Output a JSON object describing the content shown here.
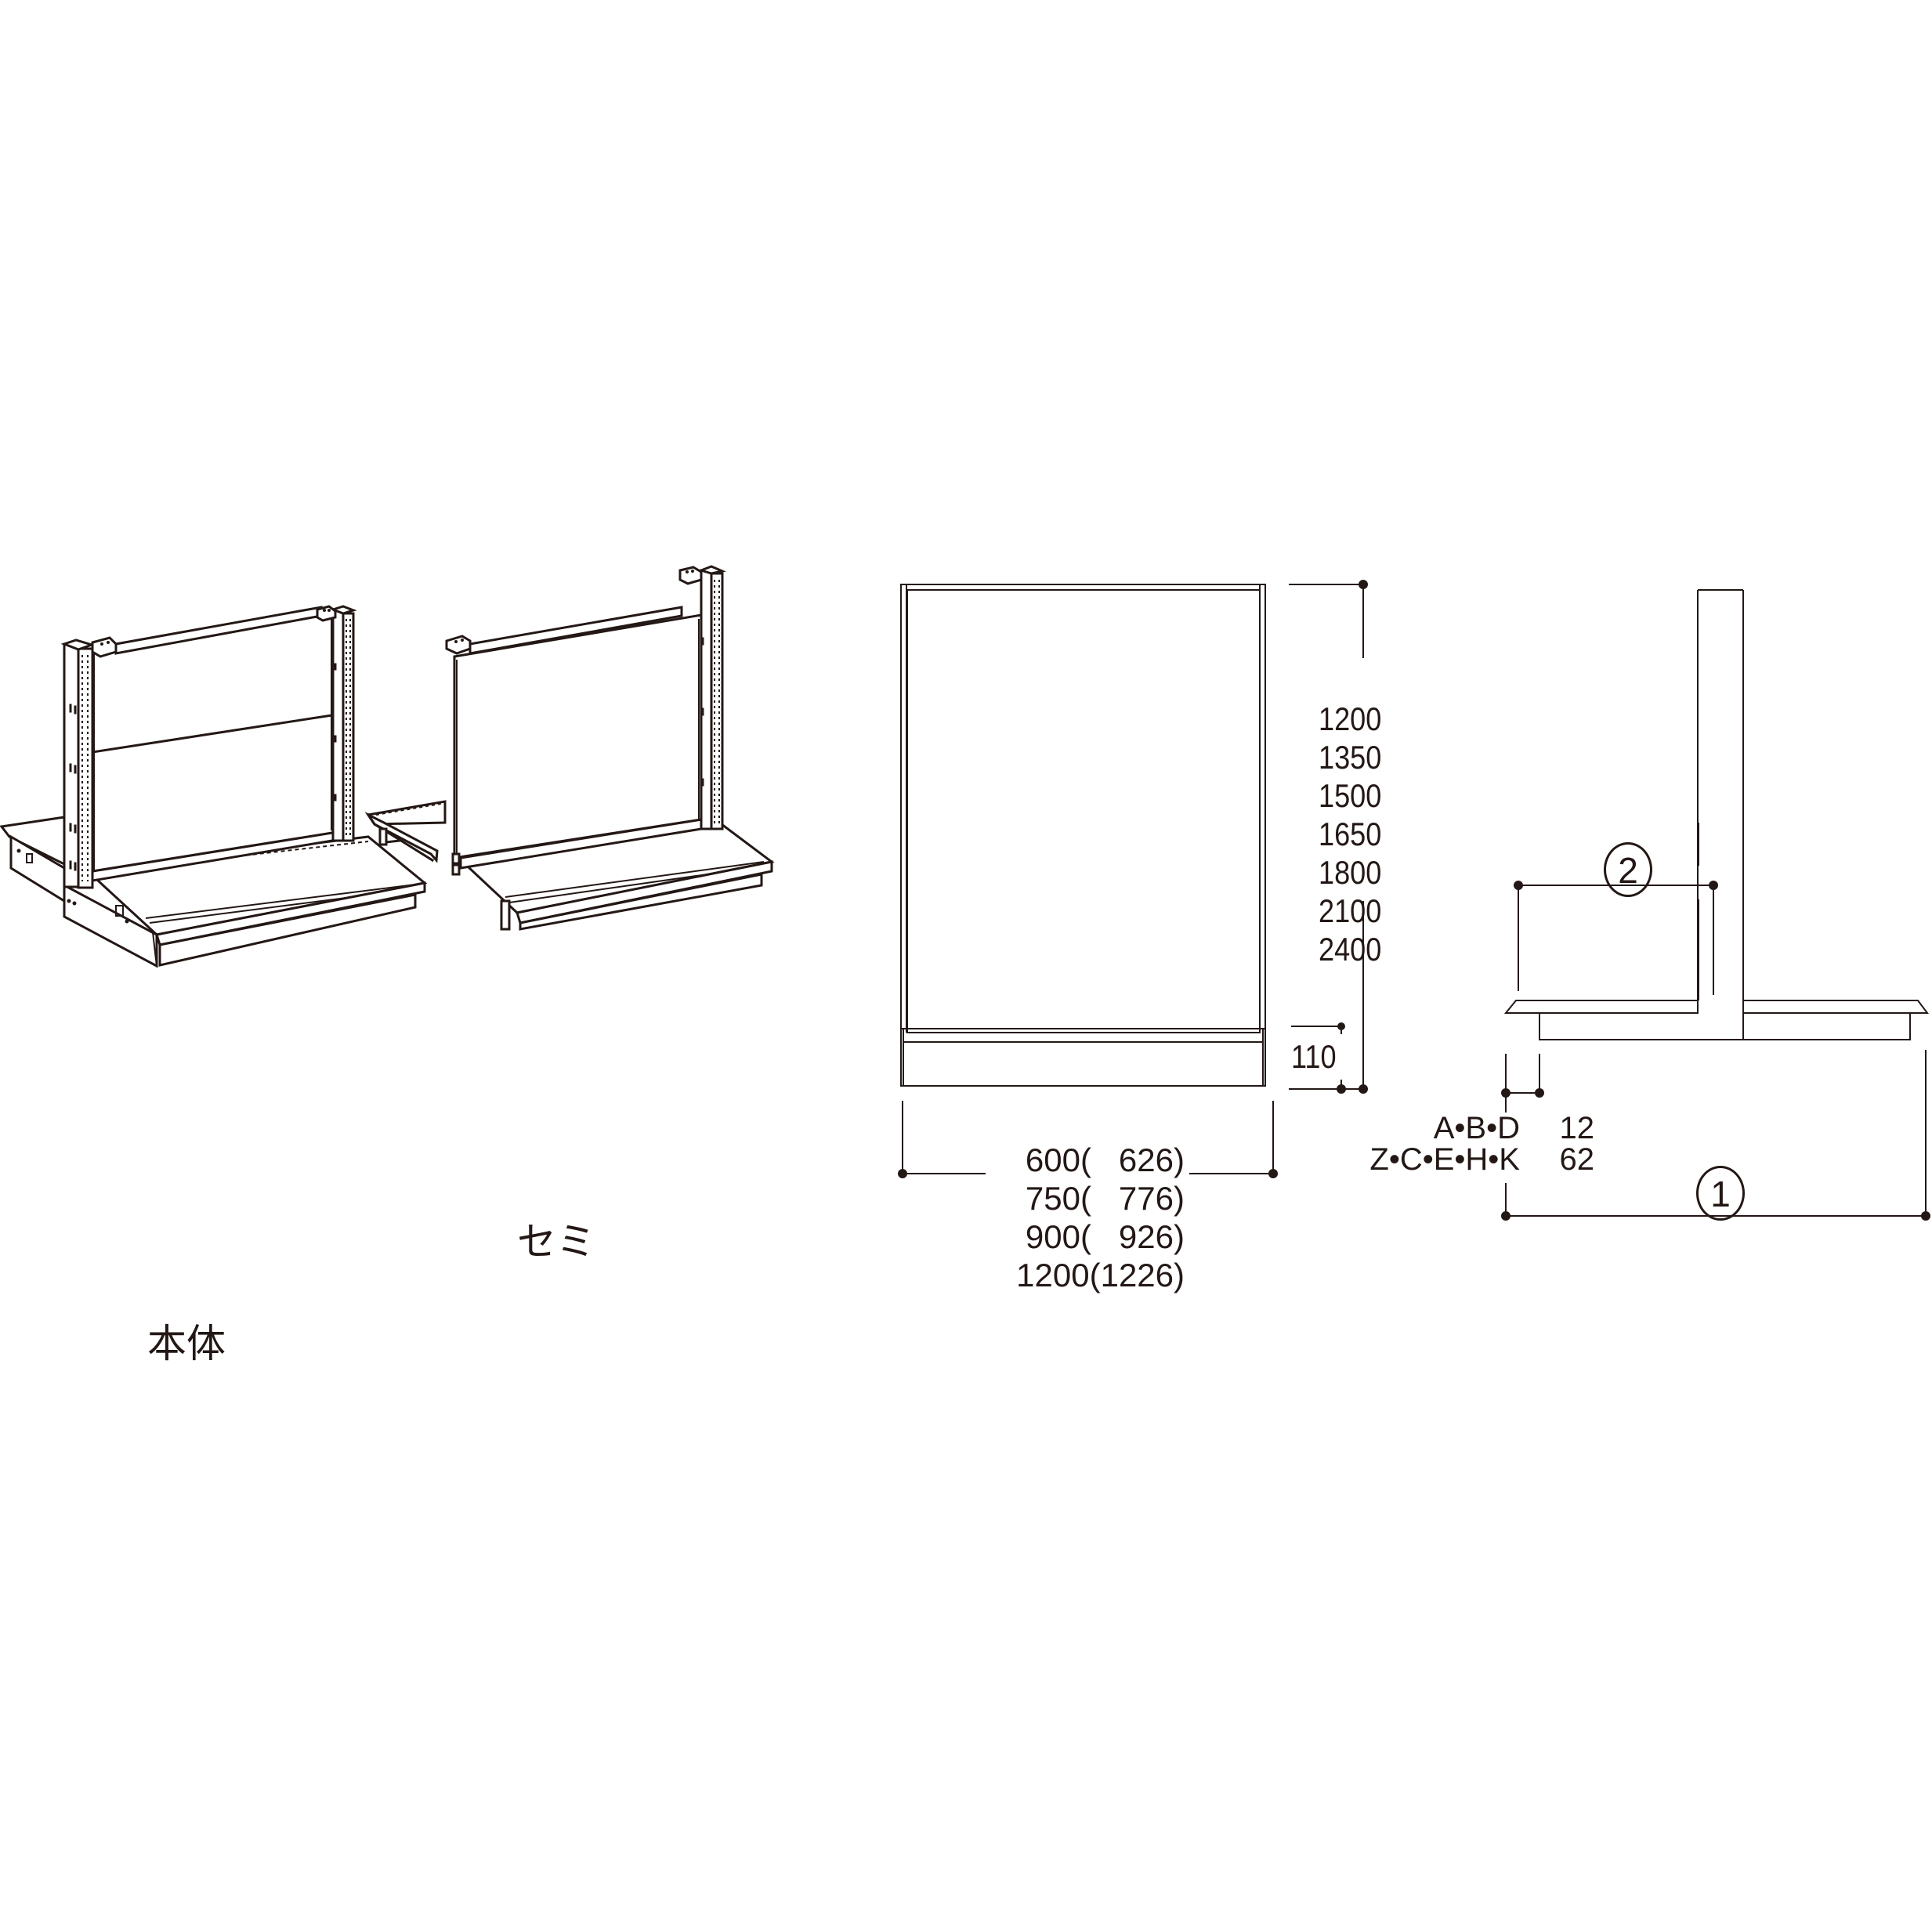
{
  "labels": {
    "main_unit": "本体",
    "semi_unit": "セミ"
  },
  "front_view": {
    "heights": [
      "1200",
      "1350",
      "1500",
      "1650",
      "1800",
      "2100",
      "2400"
    ],
    "base_height": "110",
    "widths": [
      {
        "nominal": "600",
        "actual": "(   626)"
      },
      {
        "nominal": "750",
        "actual": "(   776)"
      },
      {
        "nominal": "900",
        "actual": "(   926)"
      },
      {
        "nominal": "1200",
        "actual": "(1226)"
      }
    ]
  },
  "side_view": {
    "marker_1": "1",
    "marker_2": "2",
    "offset_table": [
      {
        "types": "A•B•D",
        "value": "12"
      },
      {
        "types": "Z•C•E•H•K",
        "value": "62"
      }
    ]
  },
  "colors": {
    "line": "#231815",
    "background": "#ffffff"
  }
}
